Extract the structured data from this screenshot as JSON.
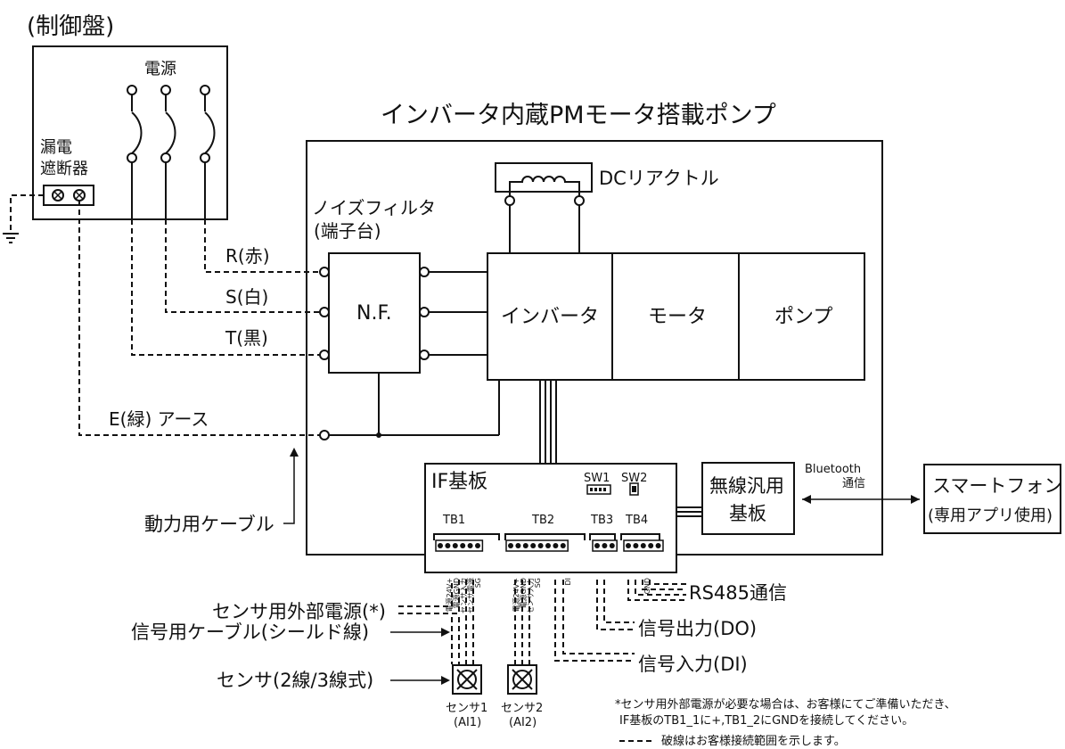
{
  "panel": {
    "title": "(制御盤)",
    "power": "電源",
    "breaker_line1": "漏電",
    "breaker_line2": "遮断器"
  },
  "pump_title": "インバータ内蔵PMモータ搭載ポンプ",
  "dc_reactor": "DCリアクトル",
  "noise_filter": {
    "line1": "ノイズフィルタ",
    "line2": "(端子台)",
    "box": "N.F."
  },
  "wires": {
    "r": "R(赤)",
    "s": "S(白)",
    "t": "T(黒)",
    "e": "E(緑) アース"
  },
  "blocks": {
    "inverter": "インバータ",
    "motor": "モータ",
    "pump": "ポンプ"
  },
  "if_board": {
    "title": "IF基板",
    "sw1": "SW1",
    "sw2": "SW2",
    "tb1": "TB1",
    "tb2": "TB2",
    "tb3": "TB3",
    "tb4": "TB4"
  },
  "wireless": {
    "line1": "無線汎用",
    "line2": "基板"
  },
  "bluetooth": {
    "line1": "Bluetooth",
    "line2": "通信"
  },
  "smartphone": {
    "line1": "スマートフォン",
    "line2": "(専用アプリ使用)"
  },
  "labels": {
    "power_cable": "動力用ケーブル",
    "sensor_ext_power": "センサ用外部電源(*)",
    "signal_cable": "信号用ケーブル(シールド線)",
    "sensor_type": "センサ(2線/3線式)",
    "rs485": "RS485通信",
    "do": "信号出力(DO)",
    "di": "信号入力(DI)"
  },
  "sensors": {
    "s1_line1": "センサ1",
    "s1_line2": "(AI1)",
    "s2_line1": "センサ2",
    "s2_line2": "(AI2)"
  },
  "notes": {
    "line1": "*センサ用外部電源が必要な場合は、お客様にてご準備いただき、",
    "line2": "IF基板のTB1_1に+,TB1_2にGNDを接続してください。",
    "legend": "破線はお客様接続範囲を示します。"
  }
}
